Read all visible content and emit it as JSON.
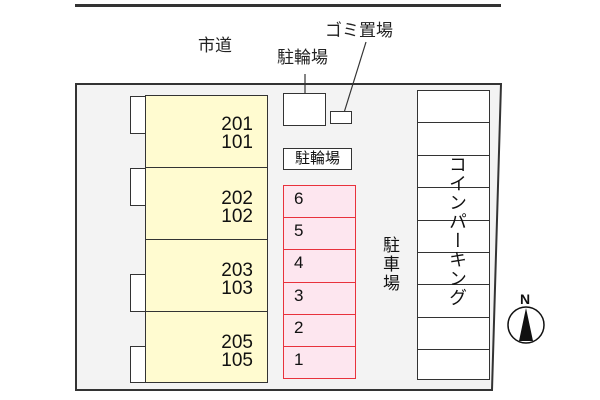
{
  "map": {
    "road_label": "市道",
    "bicycle_parking_top_label": "駐輪場",
    "garbage_label": "ゴミ置場",
    "bicycle_parking_box_label": "駐輪場",
    "parking_label": "駐車場",
    "coin_parking_label": "コインパーキング",
    "compass_label": "N",
    "units": [
      {
        "upper": "201",
        "lower": "101"
      },
      {
        "upper": "202",
        "lower": "102"
      },
      {
        "upper": "203",
        "lower": "103"
      },
      {
        "upper": "205",
        "lower": "105"
      }
    ],
    "parking_spaces": [
      "6",
      "5",
      "4",
      "3",
      "2",
      "1"
    ],
    "coin_parking_slots": 9,
    "colors": {
      "lot_fill": "#f3f3f3",
      "unit_fill": "#fffbd0",
      "parking_fill": "#fde6ef",
      "parking_border": "#e8323c",
      "line": "#333333"
    }
  }
}
